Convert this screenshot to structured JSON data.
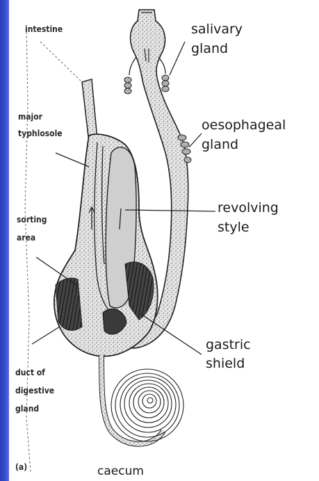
{
  "labels": {
    "salivary_gland": [
      "salivary",
      "gland"
    ],
    "oesophageal_gland": [
      "oesophageal",
      "gland"
    ],
    "revolving_style": [
      "revolving",
      "style"
    ],
    "gastric_shield": [
      "gastric",
      "shield"
    ],
    "caecum": "caecum"
  },
  "side_labels": {
    "intestine": "intestine",
    "major_typhlosole": [
      "major",
      "typhlosole"
    ],
    "sorting_area": [
      "sorting",
      "area"
    ],
    "duct_of_digestive_gland": [
      "duct of",
      "digestive",
      "gland"
    ]
  },
  "panel_letter": "(a)",
  "colors": {
    "left_edge": "#3450d6",
    "outline": "#222222",
    "stipple_fill": "#d9d9d9"
  }
}
